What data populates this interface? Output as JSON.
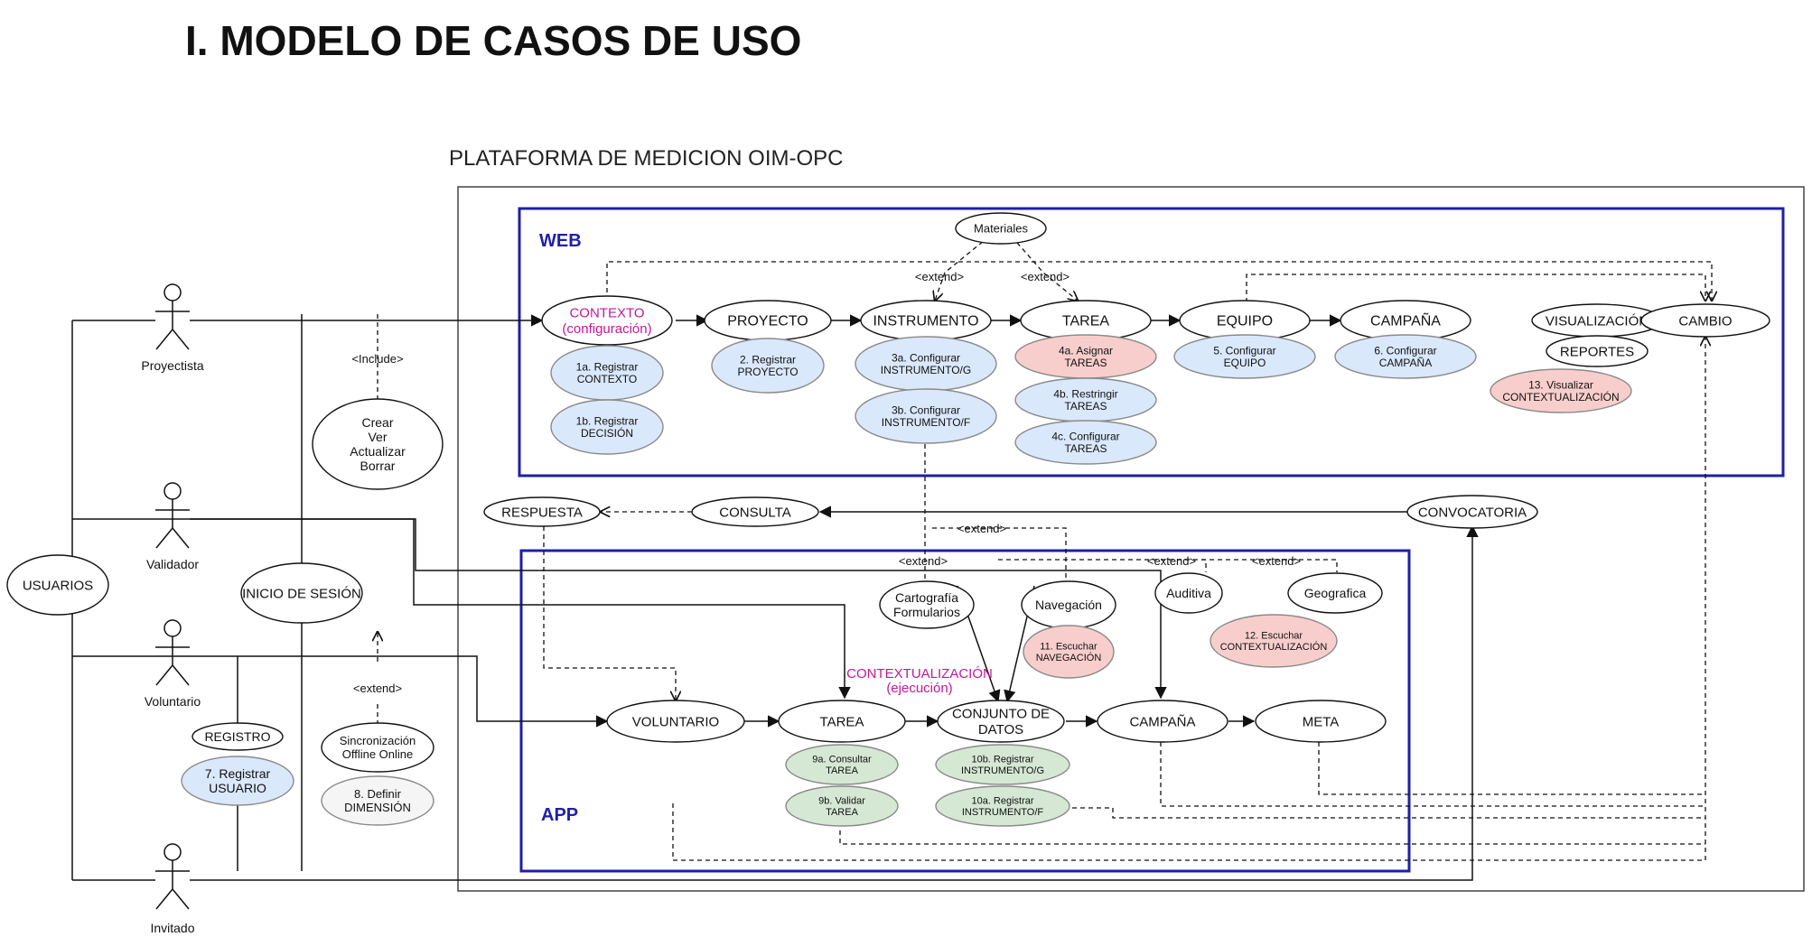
{
  "title": "I. MODELO DE CASOS DE USO",
  "system_label": "PLATAFORMA DE MEDICION OIM-OPC",
  "colors": {
    "boundary_blue": "#1f1fa8",
    "fill_white": "#ffffff",
    "fill_blue": "#dae8fc",
    "fill_red": "#f8cecc",
    "fill_green": "#d5e8d4",
    "fill_gray": "#f5f5f5",
    "magenta": "#c0189a"
  },
  "web": {
    "label": "WEB",
    "main_flow": [
      {
        "id": "contexto",
        "lines": [
          "CONTEXTO",
          "(configuración)"
        ]
      },
      {
        "id": "proyecto",
        "lines": [
          "PROYECTO"
        ]
      },
      {
        "id": "instrumento",
        "lines": [
          "INSTRUMENTO"
        ]
      },
      {
        "id": "tarea",
        "lines": [
          "TAREA"
        ]
      },
      {
        "id": "equipo",
        "lines": [
          "EQUIPO"
        ]
      },
      {
        "id": "campana",
        "lines": [
          "CAMPAÑA"
        ]
      }
    ],
    "other": {
      "materiales": [
        "Materiales"
      ],
      "visualizacion": [
        "VISUALIZACIÓN"
      ],
      "reportes": [
        "REPORTES"
      ],
      "cambio": [
        "CAMBIO"
      ]
    },
    "sub_cases": {
      "c1a": [
        "1a. Registrar",
        "CONTEXTO"
      ],
      "c1b": [
        "1b. Registrar",
        "DECISIÓN"
      ],
      "c2": [
        "2. Registrar",
        "PROYECTO"
      ],
      "c3a": [
        "3a. Configurar",
        "INSTRUMENTO/G"
      ],
      "c3b": [
        "3b. Configurar",
        "INSTRUMENTO/F"
      ],
      "c4a": [
        "4a. Asignar",
        "TAREAS"
      ],
      "c4b": [
        "4b. Restringir",
        "TAREAS"
      ],
      "c4c": [
        "4c. Configurar",
        "TAREAS"
      ],
      "c5": [
        "5. Configurar",
        "EQUIPO"
      ],
      "c6": [
        "6. Configurar",
        "CAMPAÑA"
      ],
      "c13": [
        "13. Visualizar",
        "CONTEXTUALIZACIÓN"
      ]
    }
  },
  "app": {
    "label": "APP",
    "context_label": [
      "CONTEXTUALIZACIÓN",
      "(ejecución)"
    ],
    "main_flow": [
      {
        "id": "voluntario",
        "lines": [
          "VOLUNTARIO"
        ]
      },
      {
        "id": "tarea",
        "lines": [
          "TAREA"
        ]
      },
      {
        "id": "conjunto",
        "lines": [
          "CONJUNTO DE",
          "DATOS"
        ]
      },
      {
        "id": "campana",
        "lines": [
          "CAMPAÑA"
        ]
      },
      {
        "id": "meta",
        "lines": [
          "META"
        ]
      }
    ],
    "other": {
      "cartografia": [
        "Cartografía",
        "Formularios"
      ],
      "navegacion": [
        "Navegación"
      ],
      "auditiva": [
        "Auditiva"
      ],
      "geografica": [
        "Geografica"
      ]
    },
    "sub_cases": {
      "c9a": [
        "9a. Consultar",
        "TAREA"
      ],
      "c9b": [
        "9b. Validar",
        "TAREA"
      ],
      "c10b": [
        "10b. Registrar",
        "INSTRUMENTO/G"
      ],
      "c10a": [
        "10a. Registrar",
        "INSTRUMENTO/F"
      ],
      "c11": [
        "11. Escuchar",
        "NAVEGACIÓN"
      ],
      "c12": [
        "12. Escuchar",
        "CONTEXTUALIZACIÓN"
      ]
    }
  },
  "middle": {
    "respuesta": [
      "RESPUESTA"
    ],
    "consulta": [
      "CONSULTA"
    ],
    "convocatoria": [
      "CONVOCATORIA"
    ]
  },
  "left": {
    "usuarios": [
      "USUARIOS"
    ],
    "inicio": [
      "INICIO DE SESIÓN"
    ],
    "crud": [
      "Crear",
      "Ver",
      "Actualizar",
      "Borrar"
    ],
    "registro": [
      "REGISTRO"
    ],
    "c7": [
      "7. Registrar",
      "USUARIO"
    ],
    "sync": [
      "Sincronización",
      "Offline Online"
    ],
    "c8": [
      "8. Definir",
      "DIMENSIÓN"
    ]
  },
  "actors": {
    "proyectista": "Proyectista",
    "validador": "Validador",
    "voluntario": "Voluntario",
    "invitado": "Invitado"
  },
  "stereotypes": {
    "extend": "<extend>",
    "include": "<Include>"
  }
}
